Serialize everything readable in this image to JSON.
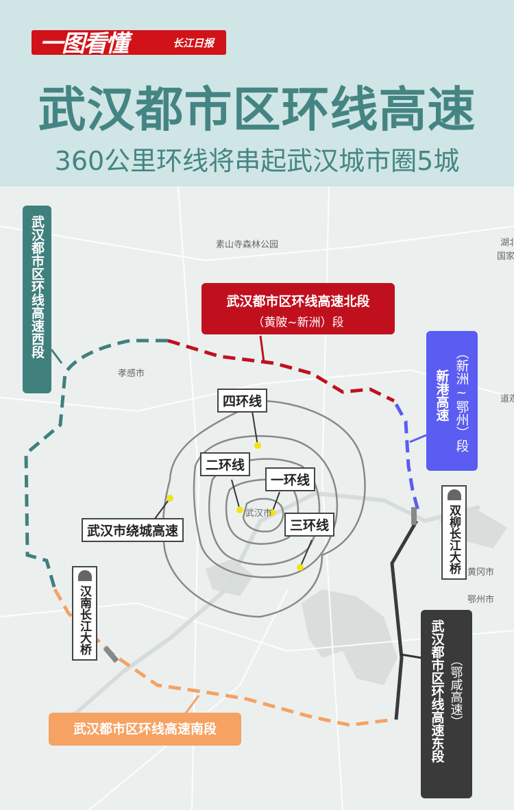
{
  "header": {
    "logo": "一图看懂",
    "logo_sub": "长江日报",
    "title": "武汉都市区环线高速",
    "subtitle": "360公里环线将串起武汉城市圈5城"
  },
  "places": {
    "suoshan": "素山寺森林公园",
    "xiaogan": "孝感市",
    "wuhan": "武汉市",
    "huanggang": "黄冈市",
    "ezhou": "鄂州市",
    "hubei": "湖北",
    "guojia": "国家",
    "daoguan": "道观"
  },
  "segments": {
    "west": {
      "label": "武汉都市区环线高速西段",
      "color": "#3f807d"
    },
    "north": {
      "label": "武汉都市区环线高速北段",
      "sub": "（黄陂~新洲）段",
      "color": "#c0101e"
    },
    "xingang": {
      "label": "新港高速",
      "sub": "（新洲~鄂州）段",
      "color": "#5a5cf2"
    },
    "east": {
      "label": "武汉都市区环线高速东段",
      "sub": "（鄂咸高速）",
      "color": "#3a3a3a"
    },
    "south": {
      "label": "武汉都市区环线高速南段",
      "color": "#f5a263"
    }
  },
  "rings": {
    "ring1": "一环线",
    "ring2": "二环线",
    "ring3": "三环线",
    "ring4": "四环线",
    "around": "武汉市绕城高速"
  },
  "bridges": {
    "hannan": "汉南长江大桥",
    "shuangliu": "双柳长江大桥"
  }
}
